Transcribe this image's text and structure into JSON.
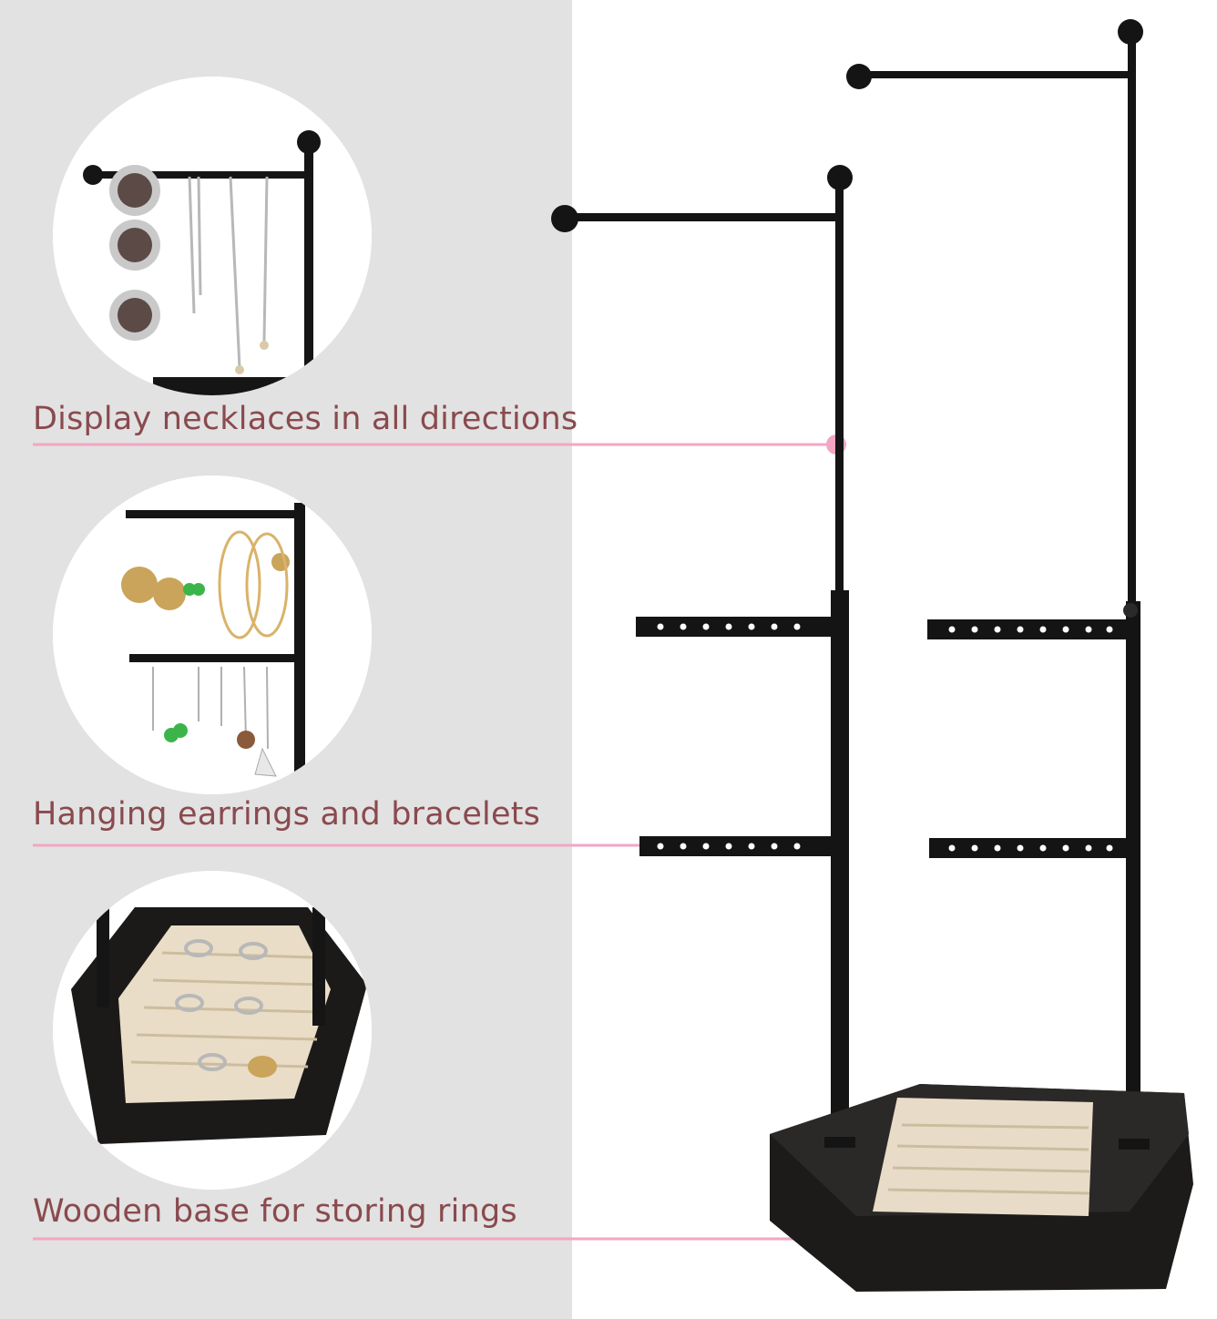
{
  "colors": {
    "left_panel_bg": "#e2e2e2",
    "label_text": "#8a4a4e",
    "callout_line": "#f2a6c4",
    "stand_metal": "#141414",
    "base_wood": "#1a1a1a",
    "ring_velvet": "#e8dcc8"
  },
  "features": [
    {
      "label": "Display necklaces in all directions",
      "image": "necklace-closeup"
    },
    {
      "label": "Hanging earrings and bracelets",
      "image": "earring-closeup"
    },
    {
      "label": "Wooden base for storing rings",
      "image": "ring-tray-closeup"
    }
  ]
}
